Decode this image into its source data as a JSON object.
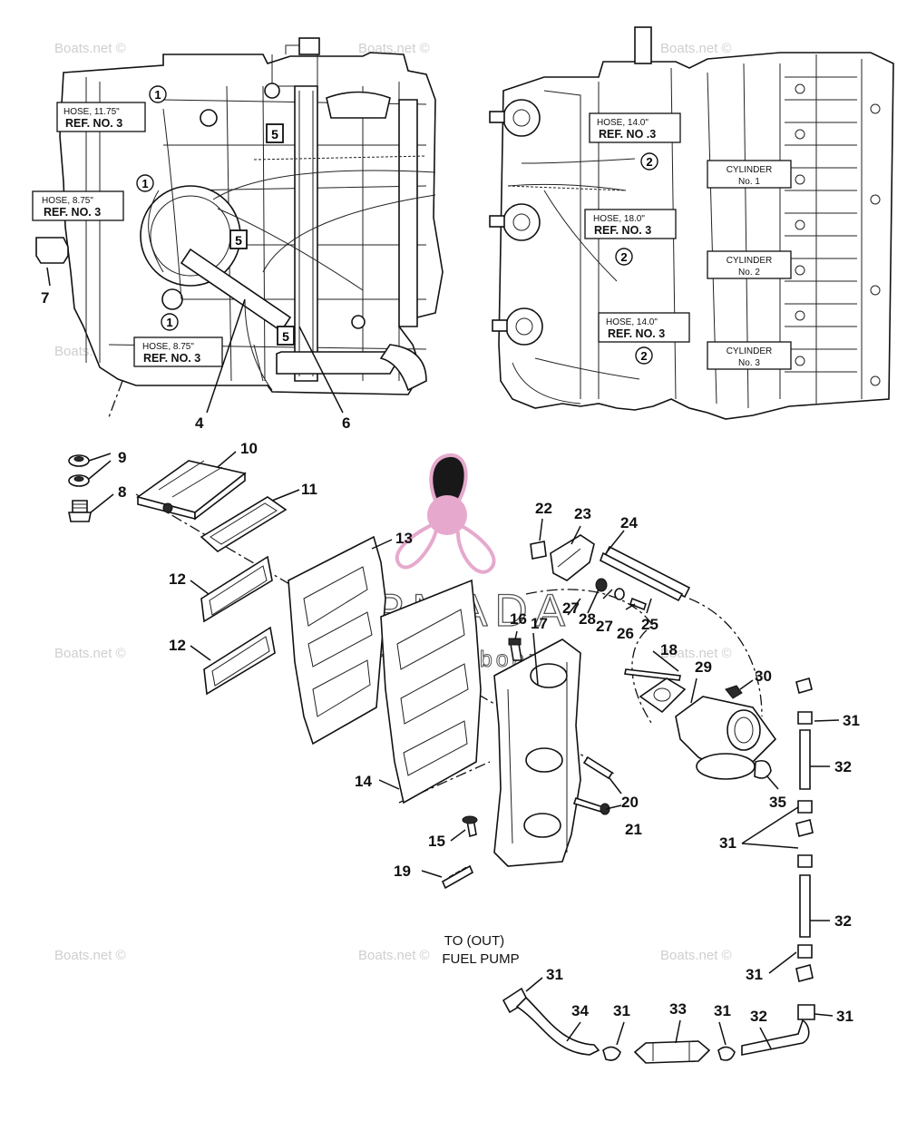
{
  "watermark_text": "Boats.net ©",
  "brand": {
    "name": "ARMADA",
    "tagline": "marine outboards",
    "accent_color": "#e4a0c8"
  },
  "hose_labels_left": [
    {
      "id": "h1",
      "line1": "HOSE, 11.75\"",
      "line2": "REF. NO. 3"
    },
    {
      "id": "h2",
      "line1": "HOSE, 8.75\"",
      "line2": "REF. NO. 3"
    },
    {
      "id": "h3",
      "line1": "HOSE, 8.75\"",
      "line2": "REF. NO. 3"
    }
  ],
  "hose_labels_right": [
    {
      "id": "h4",
      "line1": "HOSE, 14.0\"",
      "line2": "REF. NO .3"
    },
    {
      "id": "h5",
      "line1": "HOSE, 18.0\"",
      "line2": "REF. NO. 3"
    },
    {
      "id": "h6",
      "line1": "HOSE, 14.0\"",
      "line2": "REF. NO. 3"
    }
  ],
  "cylinders": [
    {
      "line1": "CYLINDER",
      "line2": "No. 1"
    },
    {
      "line1": "CYLINDER",
      "line2": "No. 2"
    },
    {
      "line1": "CYLINDER",
      "line2": "No. 3"
    }
  ],
  "circled_refs": [
    "1",
    "1",
    "1",
    "2",
    "2",
    "2"
  ],
  "boxed_refs": [
    "5",
    "5",
    "5"
  ],
  "callouts": {
    "c4": "4",
    "c6": "6",
    "c7": "7",
    "c8": "8",
    "c9": "9",
    "c10": "10",
    "c11": "11",
    "c12a": "12",
    "c12b": "12",
    "c13": "13",
    "c14": "14",
    "c15": "15",
    "c16": "16",
    "c17": "17",
    "c18": "18",
    "c19": "19",
    "c20": "20",
    "c21": "21",
    "c22": "22",
    "c23": "23",
    "c24": "24",
    "c25": "25",
    "c26": "26",
    "c27a": "27",
    "c27b": "27",
    "c28": "28",
    "c29": "29",
    "c30": "30",
    "c31a": "31",
    "c31b": "31",
    "c31c": "31",
    "c31d": "31",
    "c31e": "31",
    "c31f": "31",
    "c31g": "31",
    "c32a": "32",
    "c32b": "32",
    "c32c": "32",
    "c33": "33",
    "c34": "34",
    "c35": "35"
  },
  "fuel_pump_line1": "TO (OUT)",
  "fuel_pump_line2": "FUEL PUMP"
}
